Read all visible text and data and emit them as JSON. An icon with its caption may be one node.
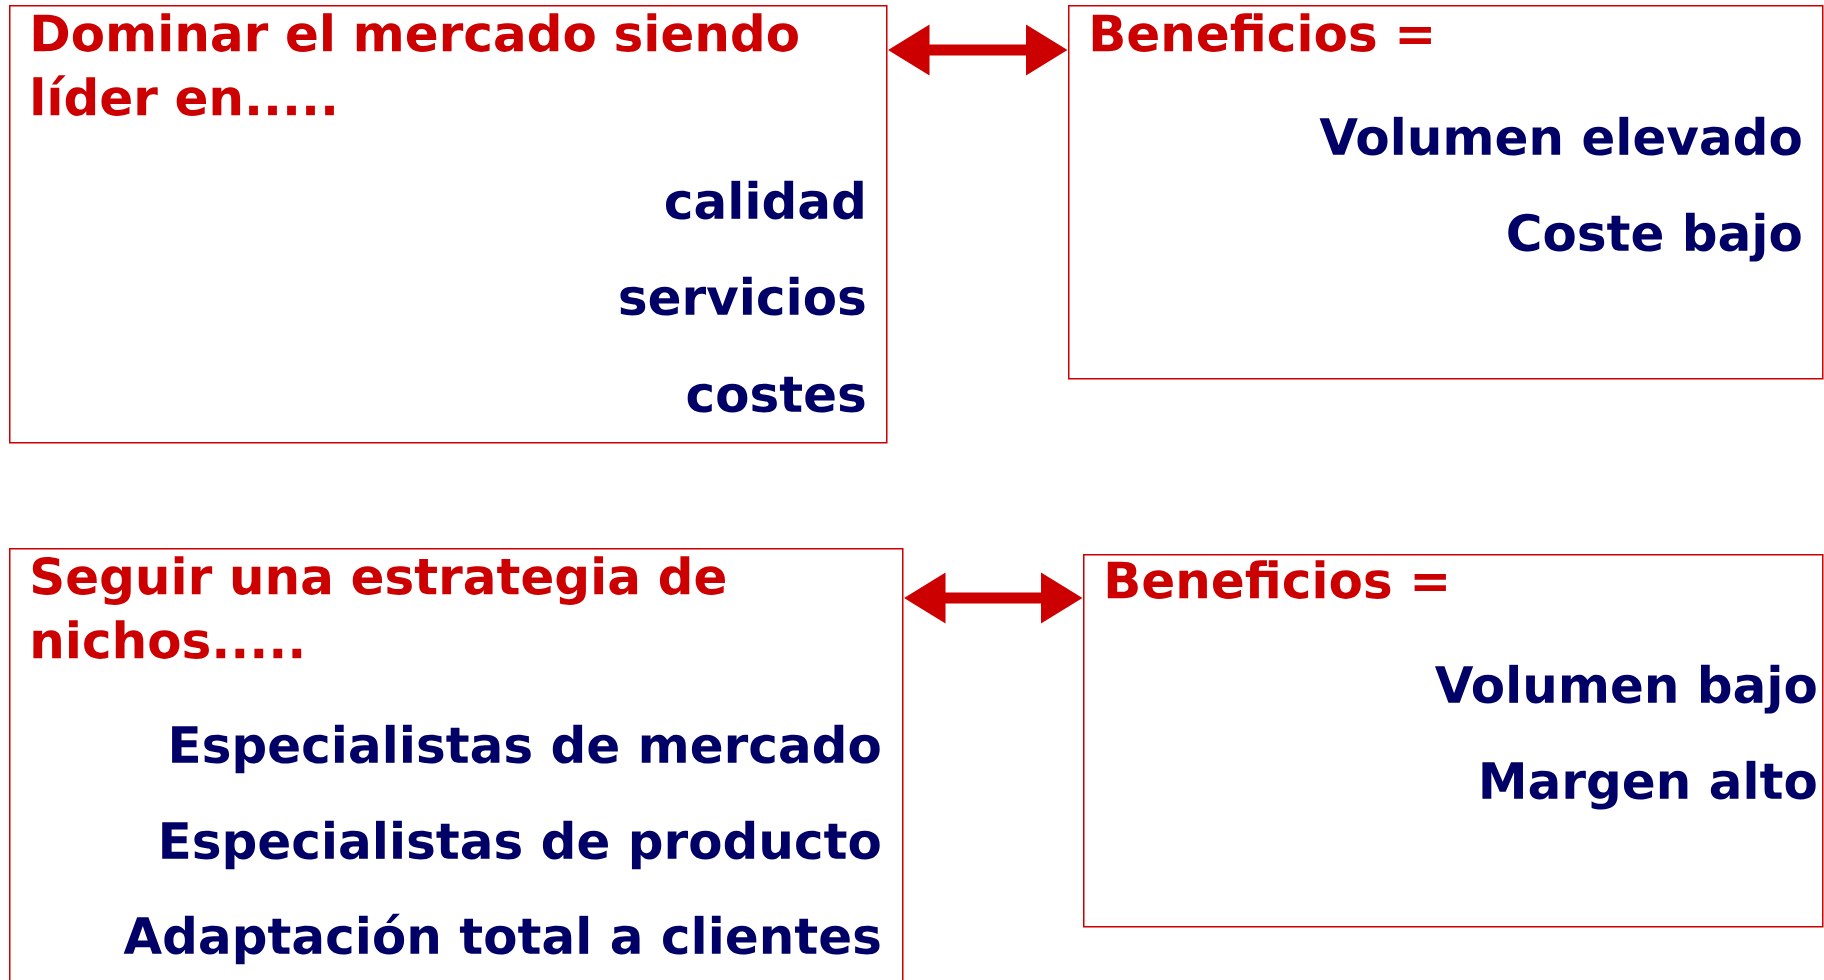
{
  "diagram": {
    "nodes": [
      {
        "text": [
          "Dominar el mercado siendo líder en.....",
          "calidad",
          "servicios",
          "costes"
        ]
      },
      {
        "text": [
          "Beneficios =",
          "Volumen elevado",
          "Coste bajo"
        ]
      },
      {
        "text": [
          "Seguir una estrategia de nichos.....",
          "Especialistas de mercado",
          "Especialistas de producto",
          "Adaptación total a clientes"
        ]
      },
      {
        "text": [
          "Beneficios =",
          "Volumen bajo",
          "Margen alto"
        ]
      }
    ],
    "edges": [
      {
        "from": 0,
        "to": 1,
        "arrow": "both"
      },
      {
        "from": 2,
        "to": 3,
        "arrow": "both"
      }
    ]
  }
}
